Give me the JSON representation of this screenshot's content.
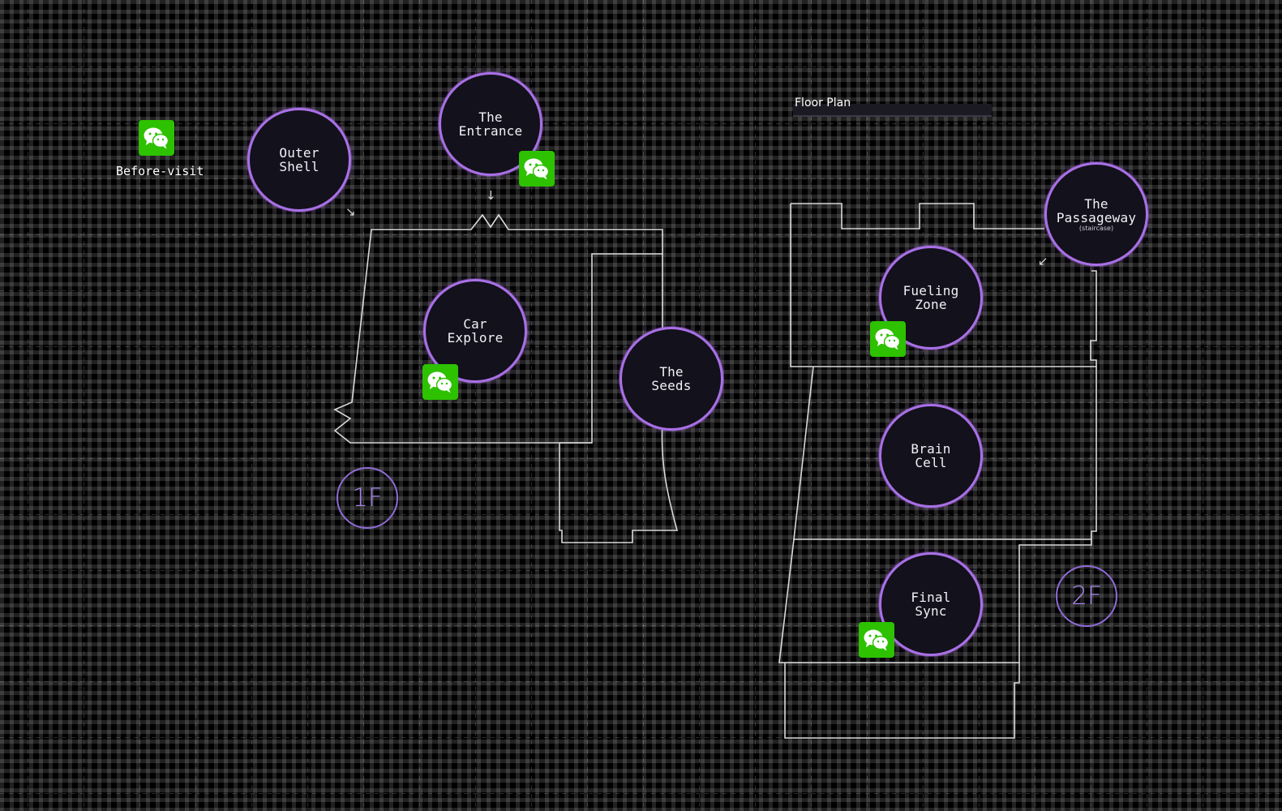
{
  "header": {
    "title": "Floor Plan"
  },
  "before_visit": {
    "label": "Before-visit",
    "icon": "wechat-icon"
  },
  "floors": {
    "first": "1F",
    "second": "2F"
  },
  "zones": {
    "outer_shell": {
      "label": "Outer\nShell"
    },
    "entrance": {
      "label": "The\nEntrance"
    },
    "car_explore": {
      "label": "Car\nExplore"
    },
    "seeds": {
      "label": "The\nSeeds"
    },
    "passageway": {
      "label": "The\nPassageway",
      "sublabel": "(staircase)"
    },
    "fueling": {
      "label": "Fueling\nZone"
    },
    "brain_cell": {
      "label": "Brain\nCell"
    },
    "final_sync": {
      "label": "Final\nSync"
    }
  },
  "arrows": {
    "down": "↓",
    "down_right": "↘",
    "down_left": "↙"
  },
  "colors": {
    "background": "#000000",
    "accent": "#a970e6",
    "wechat_green": "#2dc100",
    "plan_line": "#d9d9d9"
  }
}
